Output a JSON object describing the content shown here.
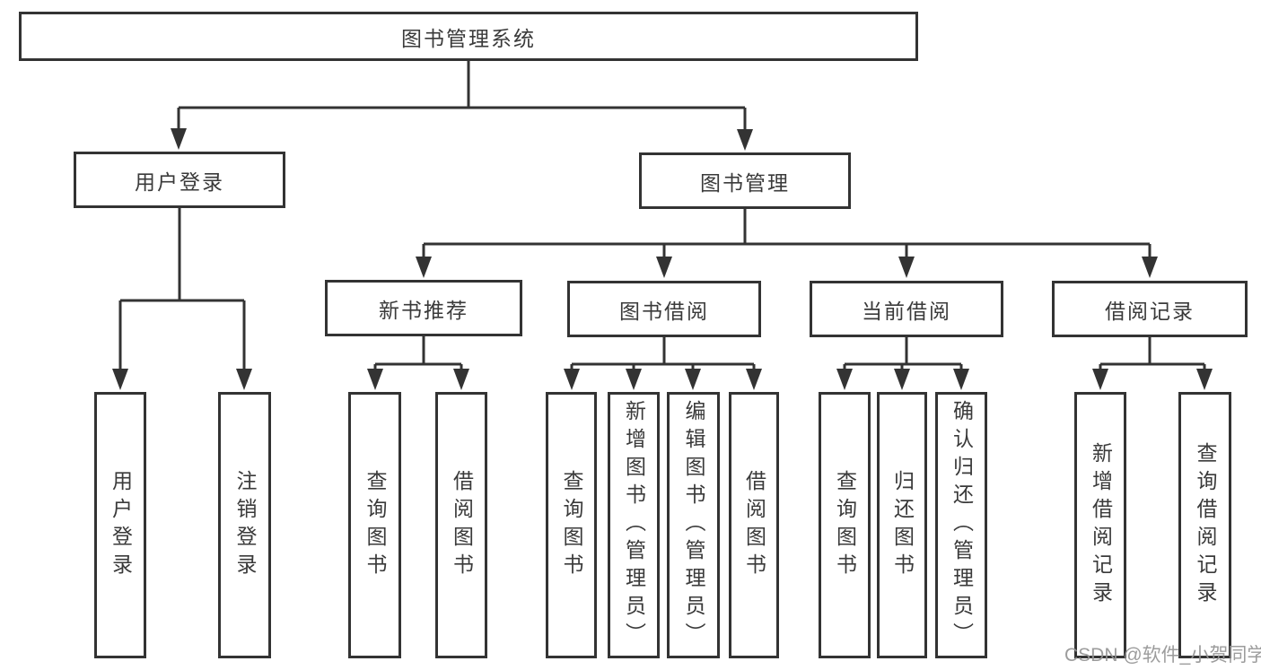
{
  "tree": {
    "label": "图书管理系统",
    "children": [
      {
        "label": "用户登录",
        "children": [
          {
            "label": "用户登录"
          },
          {
            "label": "注销登录"
          }
        ]
      },
      {
        "label": "图书管理",
        "children": [
          {
            "label": "新书推荐",
            "children": [
              {
                "label": "查询图书"
              },
              {
                "label": "借阅图书"
              }
            ]
          },
          {
            "label": "图书借阅",
            "children": [
              {
                "label": "查询图书"
              },
              {
                "label": "新增图书（管理员）"
              },
              {
                "label": "编辑图书（管理员）"
              },
              {
                "label": "借阅图书"
              }
            ]
          },
          {
            "label": "当前借阅",
            "children": [
              {
                "label": "查询图书"
              },
              {
                "label": "归还图书"
              },
              {
                "label": "确认归还（管理员）"
              }
            ]
          },
          {
            "label": "借阅记录",
            "children": [
              {
                "label": "新增借阅记录"
              },
              {
                "label": "查询借阅记录"
              }
            ]
          }
        ]
      }
    ]
  },
  "watermark": {
    "text": "CSDN @软件_小贺同学"
  },
  "colors": {
    "line": "#333333",
    "text": "#3a3a3a",
    "background": "#ffffff",
    "watermark": "#949494"
  }
}
